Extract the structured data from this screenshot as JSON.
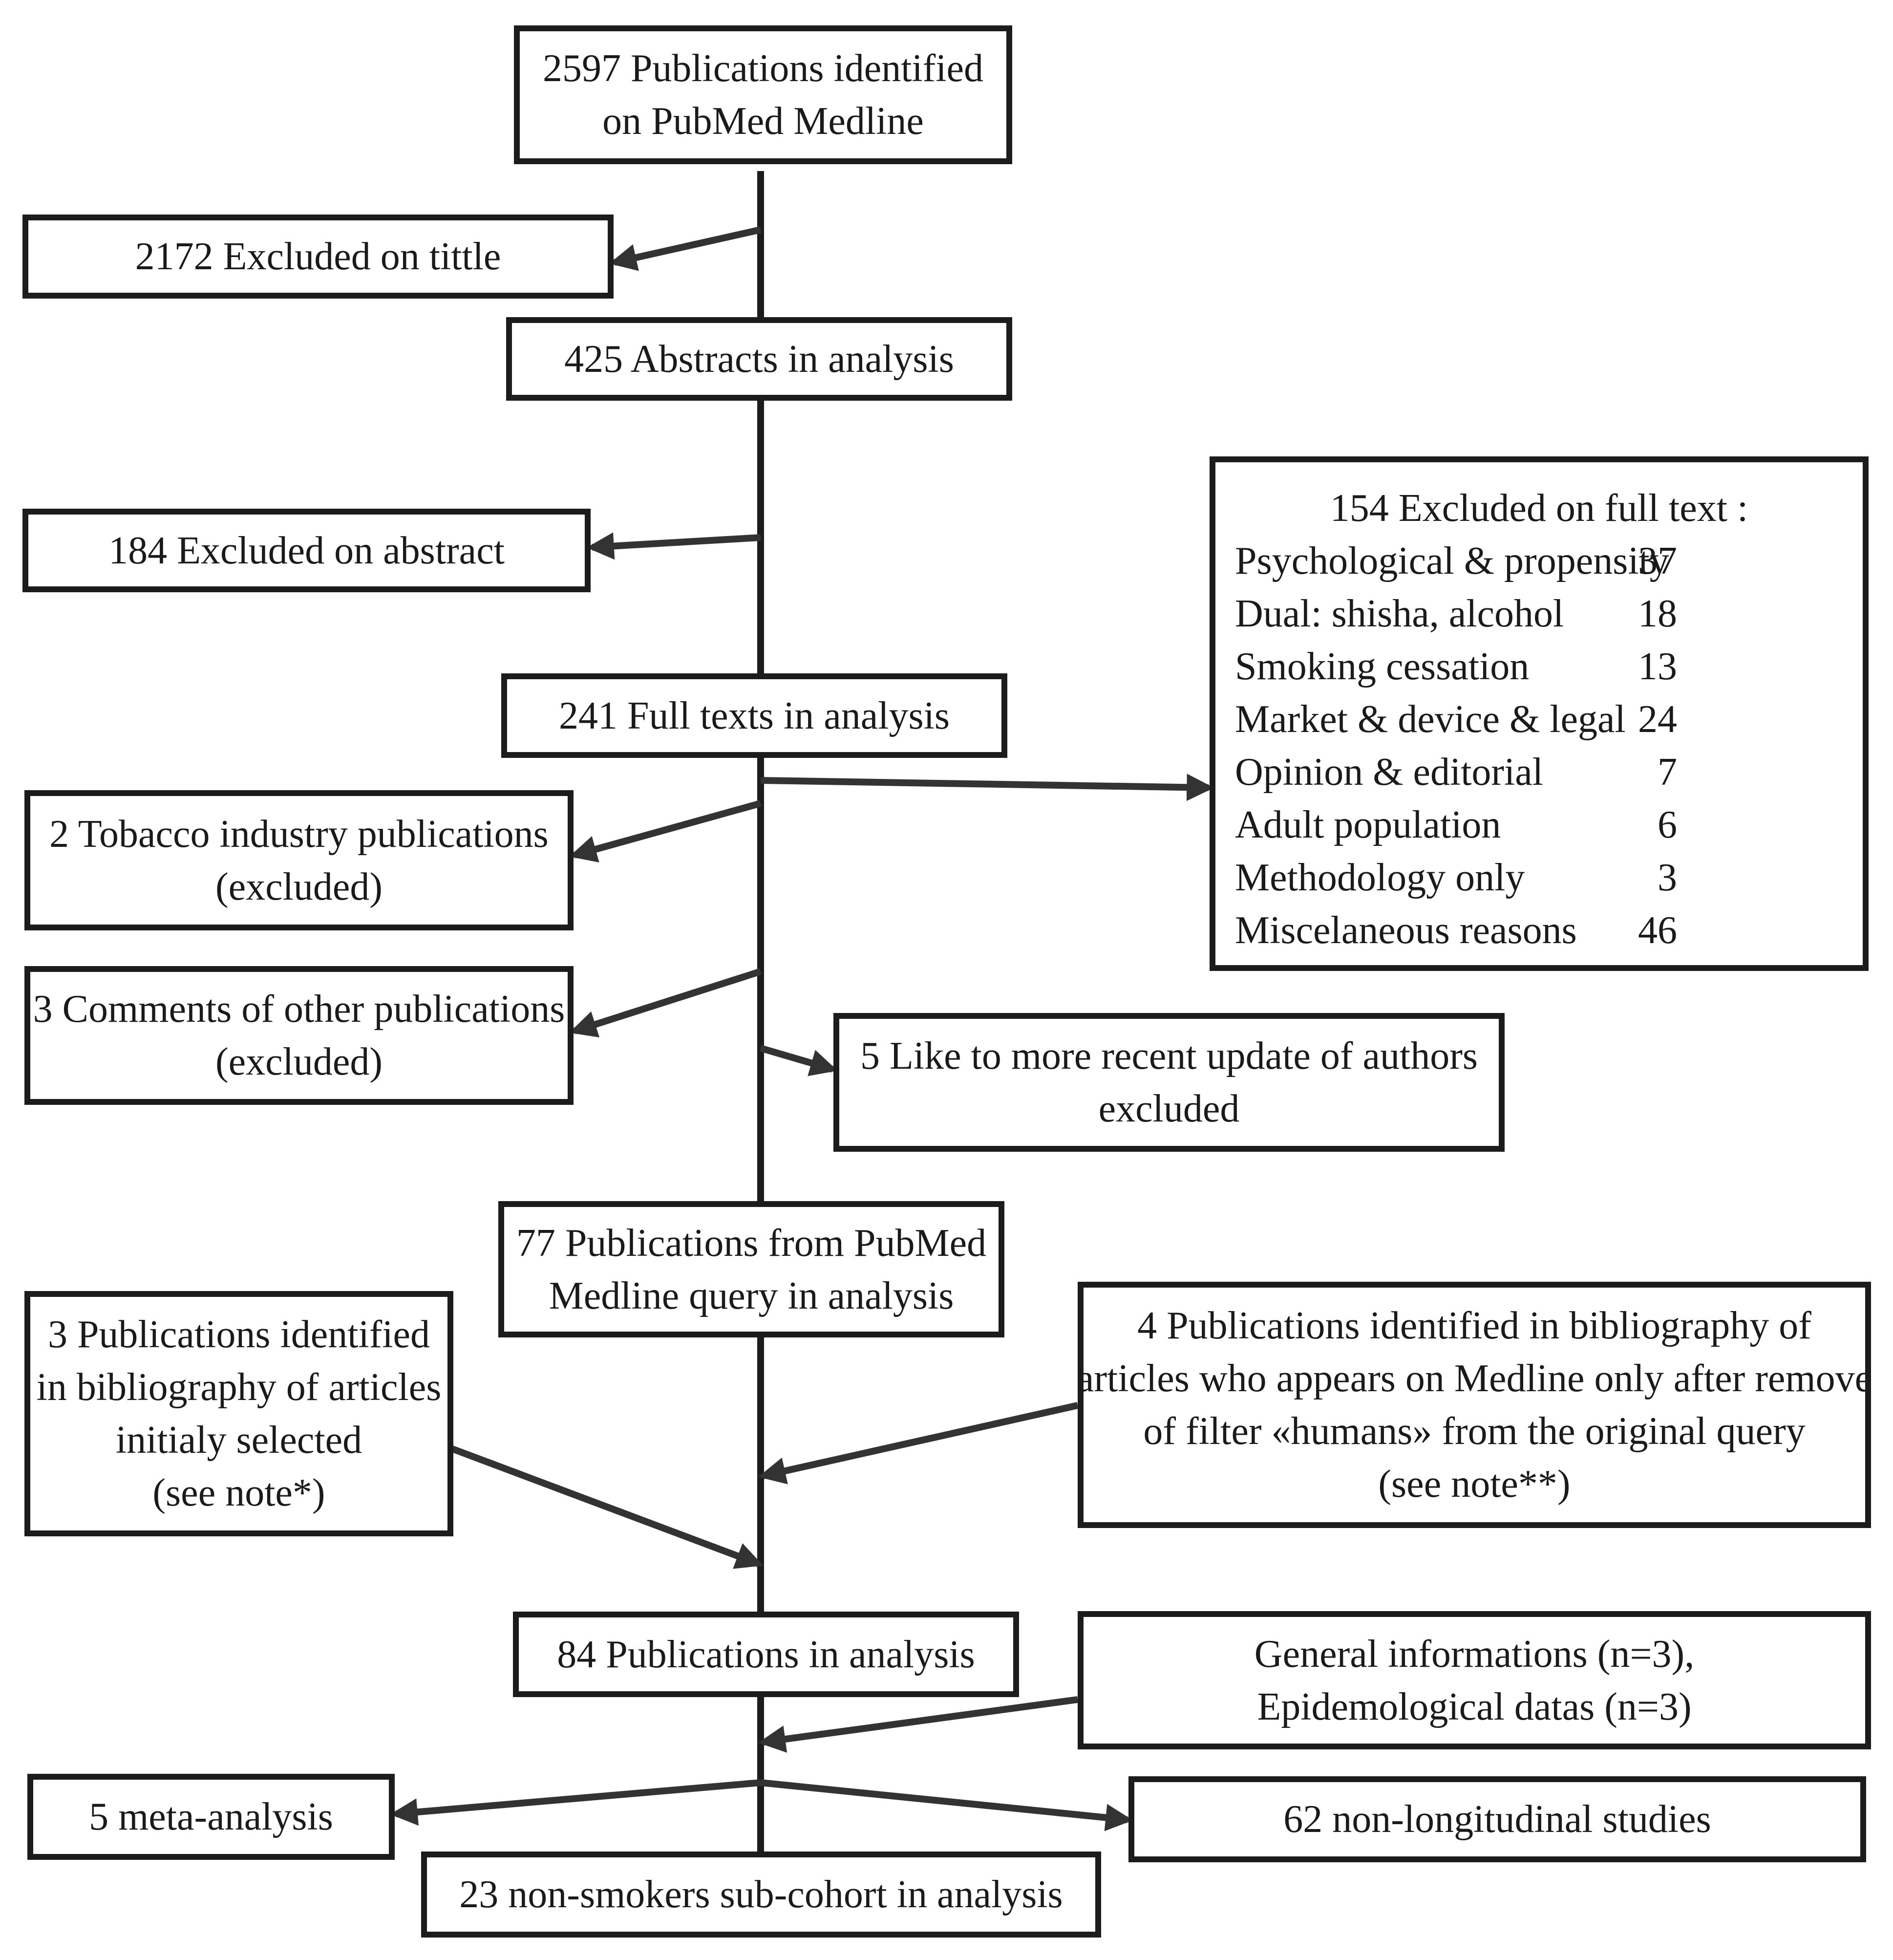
{
  "boxes": {
    "identified": [
      "2597 Publications identified",
      "on PubMed Medline"
    ],
    "excluded_title": [
      "2172 Excluded on tittle"
    ],
    "abstracts": [
      "425 Abstracts in analysis"
    ],
    "excluded_abstract": [
      "184 Excluded on abstract"
    ],
    "full_texts": [
      "241 Full texts in analysis"
    ],
    "tobacco_industry": [
      "2 Tobacco industry publications",
      "(excluded)"
    ],
    "comments": [
      "3 Comments of other publications",
      "(excluded)"
    ],
    "recent_update": [
      "5 Like to more recent update of authors",
      "excluded"
    ],
    "pubmed_77": [
      "77 Publications from PubMed",
      "Medline query in analysis"
    ],
    "bibliography_3": [
      "3 Publications identified",
      "in bibliography of articles",
      "initialy selected",
      "(see note*)"
    ],
    "bibliography_4": [
      "4 Publications identified in bibliography of",
      "articles who appears on Medline only after remove",
      "of filter «humans» from the original query",
      "(see note**)"
    ],
    "publications_84": [
      "84 Publications in analysis"
    ],
    "general_info": [
      "General informations (n=3),",
      "Epidemological datas (n=3)"
    ],
    "meta_analysis": [
      "5 meta-analysis"
    ],
    "non_longitudinal": [
      "62 non-longitudinal studies"
    ],
    "non_smokers": [
      "23 non-smokers sub-cohort in analysis"
    ]
  },
  "excluded_full_text": {
    "title": "154 Excluded on full text :",
    "reasons": [
      {
        "label": "Psychological & propensity",
        "count": "37"
      },
      {
        "label": "Dual: shisha, alcohol",
        "count": "18"
      },
      {
        "label": "Smoking cessation",
        "count": "13"
      },
      {
        "label": "Market & device & legal",
        "count": "24"
      },
      {
        "label": "Opinion & editorial",
        "count": "7"
      },
      {
        "label": "Adult population",
        "count": "6"
      },
      {
        "label": "Methodology only",
        "count": "3"
      },
      {
        "label": "Miscelaneous reasons",
        "count": "46"
      }
    ]
  },
  "colors": {
    "stroke": "#1c1c1c",
    "arrow": "#333333",
    "background": "#ffffff"
  }
}
